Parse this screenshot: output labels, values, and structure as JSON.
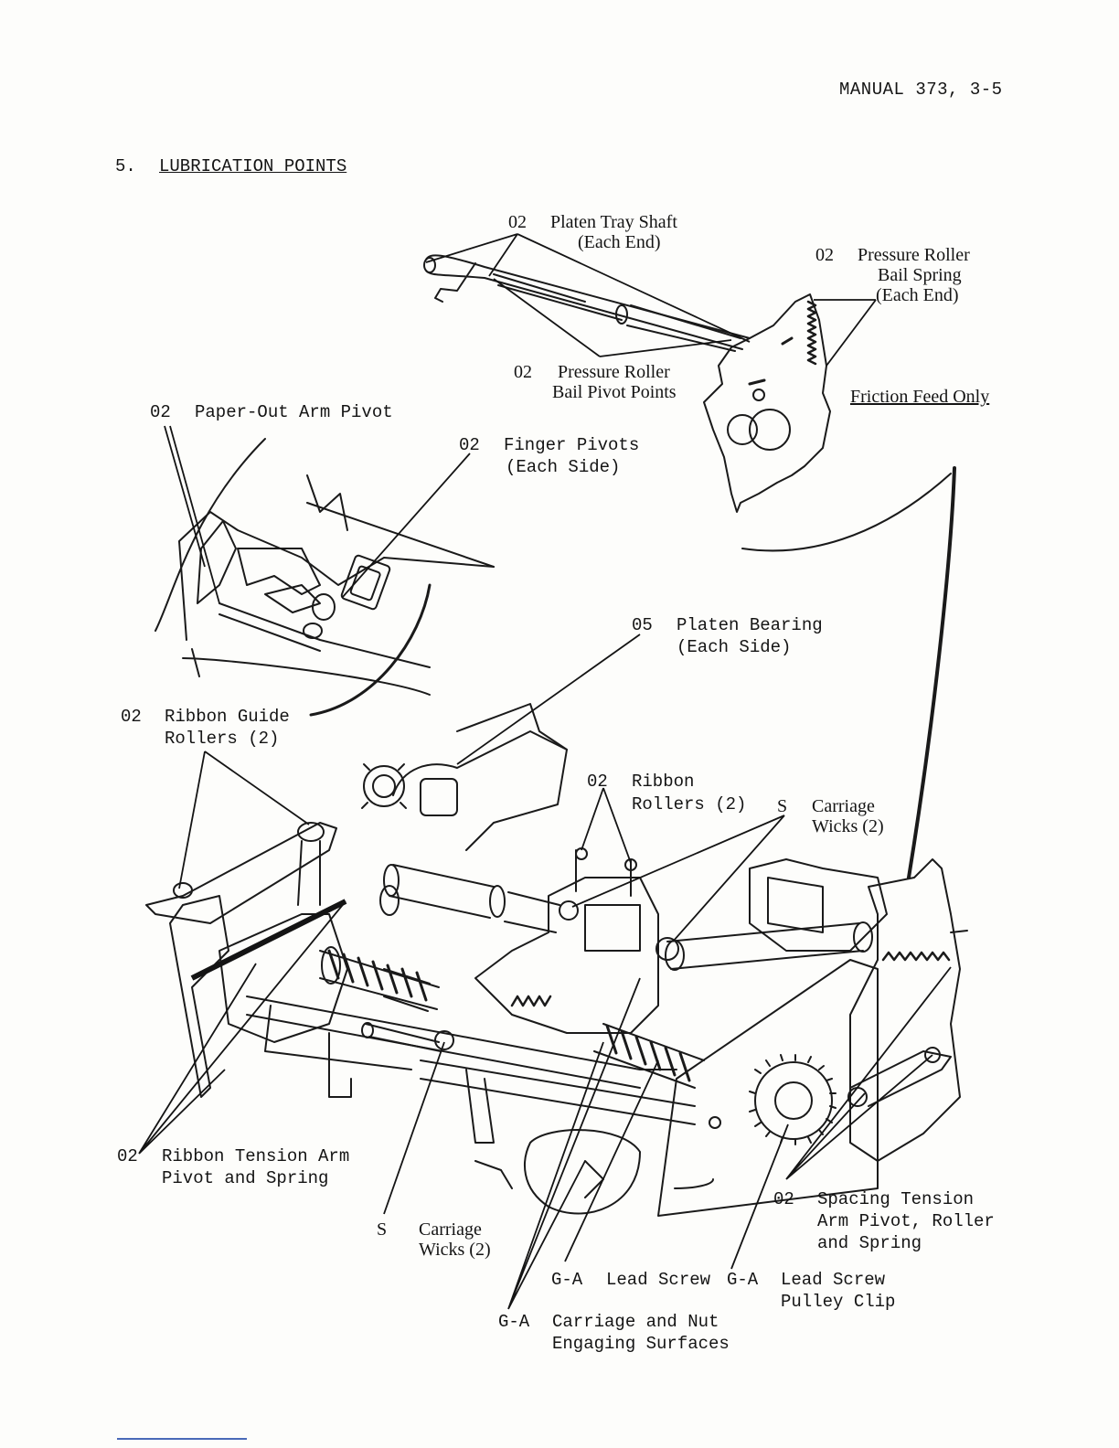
{
  "header": {
    "manual_ref": "MANUAL 373, 3-5"
  },
  "section": {
    "number": "5.",
    "title": "LUBRICATION POINTS"
  },
  "callouts": {
    "platen_tray_shaft": {
      "code": "02",
      "line1": "Platen Tray Shaft",
      "line2": "(Each End)"
    },
    "pressure_roller_bail_spring": {
      "code": "02",
      "line1": "Pressure Roller",
      "line2": "Bail Spring",
      "line3": "(Each End)"
    },
    "pressure_roller_bail_pivot": {
      "code": "02",
      "line1": "Pressure Roller",
      "line2": "Bail Pivot Points"
    },
    "friction_feed": {
      "text": "Friction Feed Only"
    },
    "paper_out_arm": {
      "code": "02",
      "line1": "Paper-Out Arm Pivot"
    },
    "finger_pivots": {
      "code": "02",
      "line1": "Finger Pivots",
      "line2": "(Each Side)"
    },
    "platen_bearing": {
      "code": "05",
      "line1": "Platen Bearing",
      "line2": "(Each Side)"
    },
    "ribbon_guide_rollers": {
      "code": "02",
      "line1": "Ribbon Guide",
      "line2": "Rollers (2)"
    },
    "ribbon_rollers": {
      "code": "02",
      "line1": "Ribbon",
      "line2": "Rollers (2)"
    },
    "carriage_wicks_right": {
      "code": "S",
      "line1": "Carriage",
      "line2": "Wicks (2)"
    },
    "ribbon_tension_arm": {
      "code": "02",
      "line1": "Ribbon Tension Arm",
      "line2": "Pivot and Spring"
    },
    "carriage_wicks_left": {
      "code": "S",
      "line1": "Carriage",
      "line2": "Wicks (2)"
    },
    "spacing_tension_arm": {
      "code": "02",
      "line1": "Spacing Tension",
      "line2": "Arm Pivot, Roller",
      "line3": "and Spring"
    },
    "lead_screw": {
      "code": "G-A",
      "line1": "Lead Screw"
    },
    "lead_screw_pulley_clip": {
      "code": "G-A",
      "line1": "Lead Screw",
      "line2": "Pulley Clip"
    },
    "carriage_nut": {
      "code": "G-A",
      "line1": "Carriage and Nut",
      "line2": "Engaging Surfaces"
    }
  }
}
